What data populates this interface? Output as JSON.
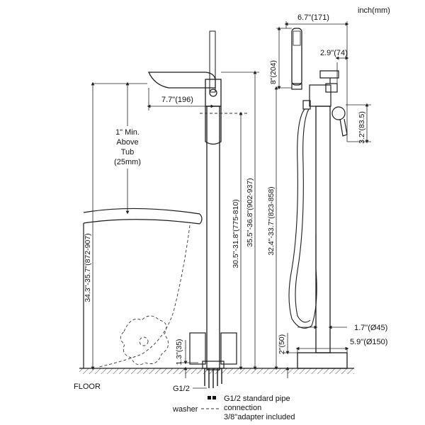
{
  "units": "inch(mm)",
  "floor": "FLOOR",
  "labels": {
    "min_above_tub": [
      "1\" Min.",
      "Above",
      "Tub",
      "(25mm)"
    ],
    "spout_reach": "7.7\"(196)",
    "total_height": "34.3\"-35.7\"(872-907)",
    "spout_height": "30.5\"-31.8\"(775-810)",
    "pole_height": "35.5\"-36.8\"(902-937)",
    "base_height_left": "1.3\"(35)",
    "g12": "G1/2",
    "handshower_height": "8\"(204)",
    "handle_dim": "2.9\"(74)",
    "overall_width": "6.7\"(171)",
    "lever_dim": "3.2\"(83.5)",
    "pole_dia": "1.7\"(Ø45)",
    "base_dia": "5.9\"(Ø150)",
    "base_height_right": "2\"(50)",
    "holder_height": "32.4\"-33.7\"(823-858)",
    "legend_line1": "G1/2 standard pipe",
    "legend_line2": "connection",
    "legend_line3": "3/8\"adapter included",
    "washer": "washer"
  }
}
